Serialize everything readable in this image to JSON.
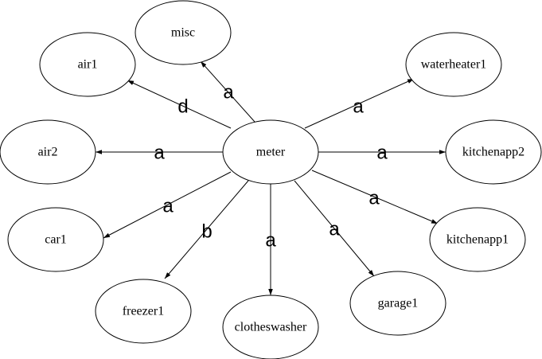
{
  "diagram": {
    "nodes": [
      {
        "id": "meter",
        "label": "meter"
      },
      {
        "id": "misc",
        "label": "misc"
      },
      {
        "id": "air1",
        "label": "air1"
      },
      {
        "id": "waterheater1",
        "label": "waterheater1"
      },
      {
        "id": "air2",
        "label": "air2"
      },
      {
        "id": "kitchenapp2",
        "label": "kitchenapp2"
      },
      {
        "id": "car1",
        "label": "car1"
      },
      {
        "id": "kitchenapp1",
        "label": "kitchenapp1"
      },
      {
        "id": "freezer1",
        "label": "freezer1"
      },
      {
        "id": "garage1",
        "label": "garage1"
      },
      {
        "id": "clotheswasher",
        "label": "clotheswasher"
      }
    ],
    "edges": [
      {
        "from": "meter",
        "to": "misc",
        "label": "a"
      },
      {
        "from": "meter",
        "to": "air1",
        "label": "d"
      },
      {
        "from": "meter",
        "to": "waterheater1",
        "label": "a"
      },
      {
        "from": "meter",
        "to": "air2",
        "label": "a"
      },
      {
        "from": "meter",
        "to": "kitchenapp2",
        "label": "a"
      },
      {
        "from": "meter",
        "to": "car1",
        "label": "a"
      },
      {
        "from": "meter",
        "to": "kitchenapp1",
        "label": "a"
      },
      {
        "from": "meter",
        "to": "freezer1",
        "label": "b"
      },
      {
        "from": "meter",
        "to": "garage1",
        "label": "a"
      },
      {
        "from": "meter",
        "to": "clotheswasher",
        "label": "a"
      }
    ]
  }
}
